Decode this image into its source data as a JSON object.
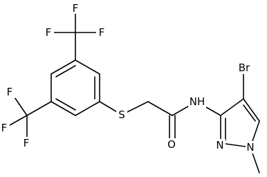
{
  "molecule": {
    "cf3_top": {
      "c": "",
      "f1": "F",
      "f2": "F",
      "f3": "F"
    },
    "cf3_left": {
      "c": "",
      "f1": "F",
      "f2": "F",
      "f3": "F"
    },
    "sulfur": "S",
    "carbonyl_oxygen": "O",
    "amide_nitrogen": "NH",
    "bromine": "Br",
    "pyrazole_n2": "N",
    "pyrazole_n1": "N"
  }
}
